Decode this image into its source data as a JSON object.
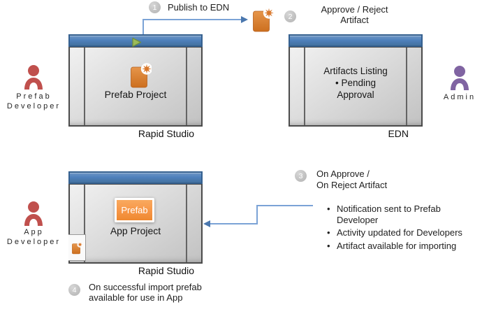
{
  "diagram_title": "Prefab publish and approval workflow",
  "colors": {
    "window_titlebar": "#4f81bd",
    "window_body": "#d9d9d9",
    "artifact_orange": "#dd7c2e",
    "prefab_button_orange": "#f79646",
    "play_green": "#9bbb59",
    "developer_red": "#c0504d",
    "admin_purple": "#8064a2",
    "connector_blue": "#7ba3d6",
    "badge_gray": "#bfbfbf"
  },
  "icons": {
    "play": "play-triangle",
    "artifact": "document-with-spark",
    "actor": "person-silhouette"
  },
  "actors": {
    "prefab_developer": {
      "line1": "Prefab",
      "line2": "Developer"
    },
    "admin": {
      "line1": "Admin"
    },
    "app_developer": {
      "line1": "App",
      "line2": "Developer"
    }
  },
  "steps": {
    "step1": {
      "number": "1",
      "label": "Publish to EDN"
    },
    "step2": {
      "number": "2",
      "line1": "Approve / Reject",
      "line2": "Artifact"
    },
    "step3": {
      "number": "3",
      "line1": "On Approve /",
      "line2": "On Reject Artifact"
    },
    "step4": {
      "number": "4",
      "line1": "On successful import prefab",
      "line2": "available for use in App"
    }
  },
  "windows": {
    "prefab_studio": {
      "content_label": "Prefab Project",
      "caption": "Rapid Studio"
    },
    "edn": {
      "line1": "Artifacts Listing",
      "line2": "• Pending",
      "line3": "Approval",
      "caption": "EDN"
    },
    "app_studio": {
      "button_label": "Prefab",
      "content_label": "App Project",
      "caption": "Rapid Studio"
    }
  },
  "notes": {
    "items": [
      "Notification sent to Prefab Developer",
      "Activity updated for Developers",
      "Artifact available for importing"
    ]
  }
}
